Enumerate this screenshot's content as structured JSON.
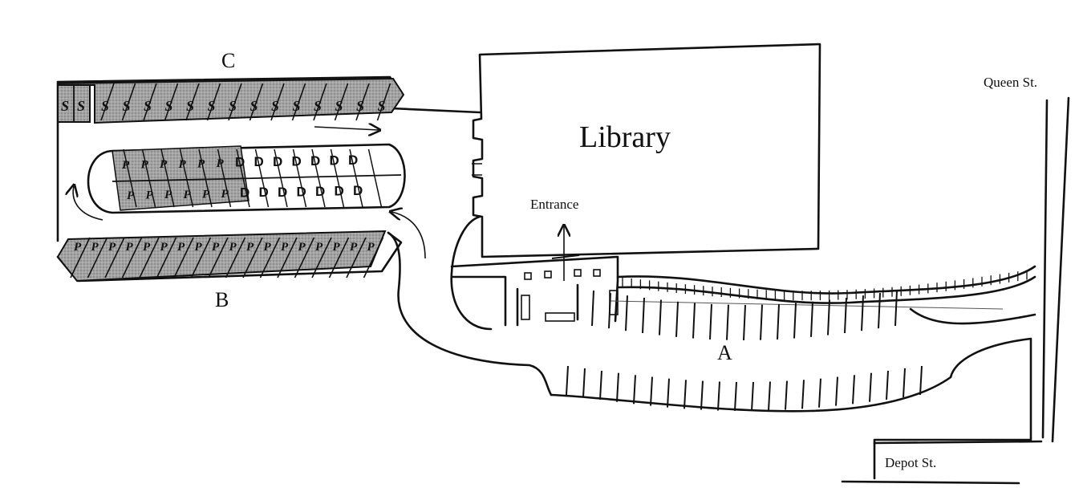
{
  "labels": {
    "library": "Library",
    "entrance": "Entrance",
    "queen_st": "Queen St.",
    "depot_st": "Depot St.",
    "lot_a": "A",
    "lot_b": "B",
    "lot_c": "C"
  },
  "stall_marks": {
    "row_c": [
      "S",
      "S",
      "S",
      "S",
      "S",
      "S",
      "S",
      "S",
      "S",
      "S",
      "S",
      "S",
      "S",
      "S",
      "S",
      "S"
    ],
    "row_b": [
      "P",
      "P",
      "P",
      "P",
      "P",
      "P",
      "P",
      "P",
      "P",
      "P",
      "P",
      "P",
      "P",
      "P",
      "P",
      "P",
      "P",
      "P"
    ],
    "island_upper": [
      "P",
      "P",
      "P",
      "P",
      "P",
      "P",
      "D",
      "D",
      "D",
      "D",
      "D",
      "D",
      "D"
    ],
    "island_lower": [
      "P",
      "P",
      "P",
      "P",
      "P",
      "P",
      "D",
      "D",
      "D",
      "D",
      "D",
      "D",
      "D"
    ]
  },
  "colors": {
    "ink": "#111111",
    "shading": "#9a9a9a",
    "background": "#ffffff"
  }
}
